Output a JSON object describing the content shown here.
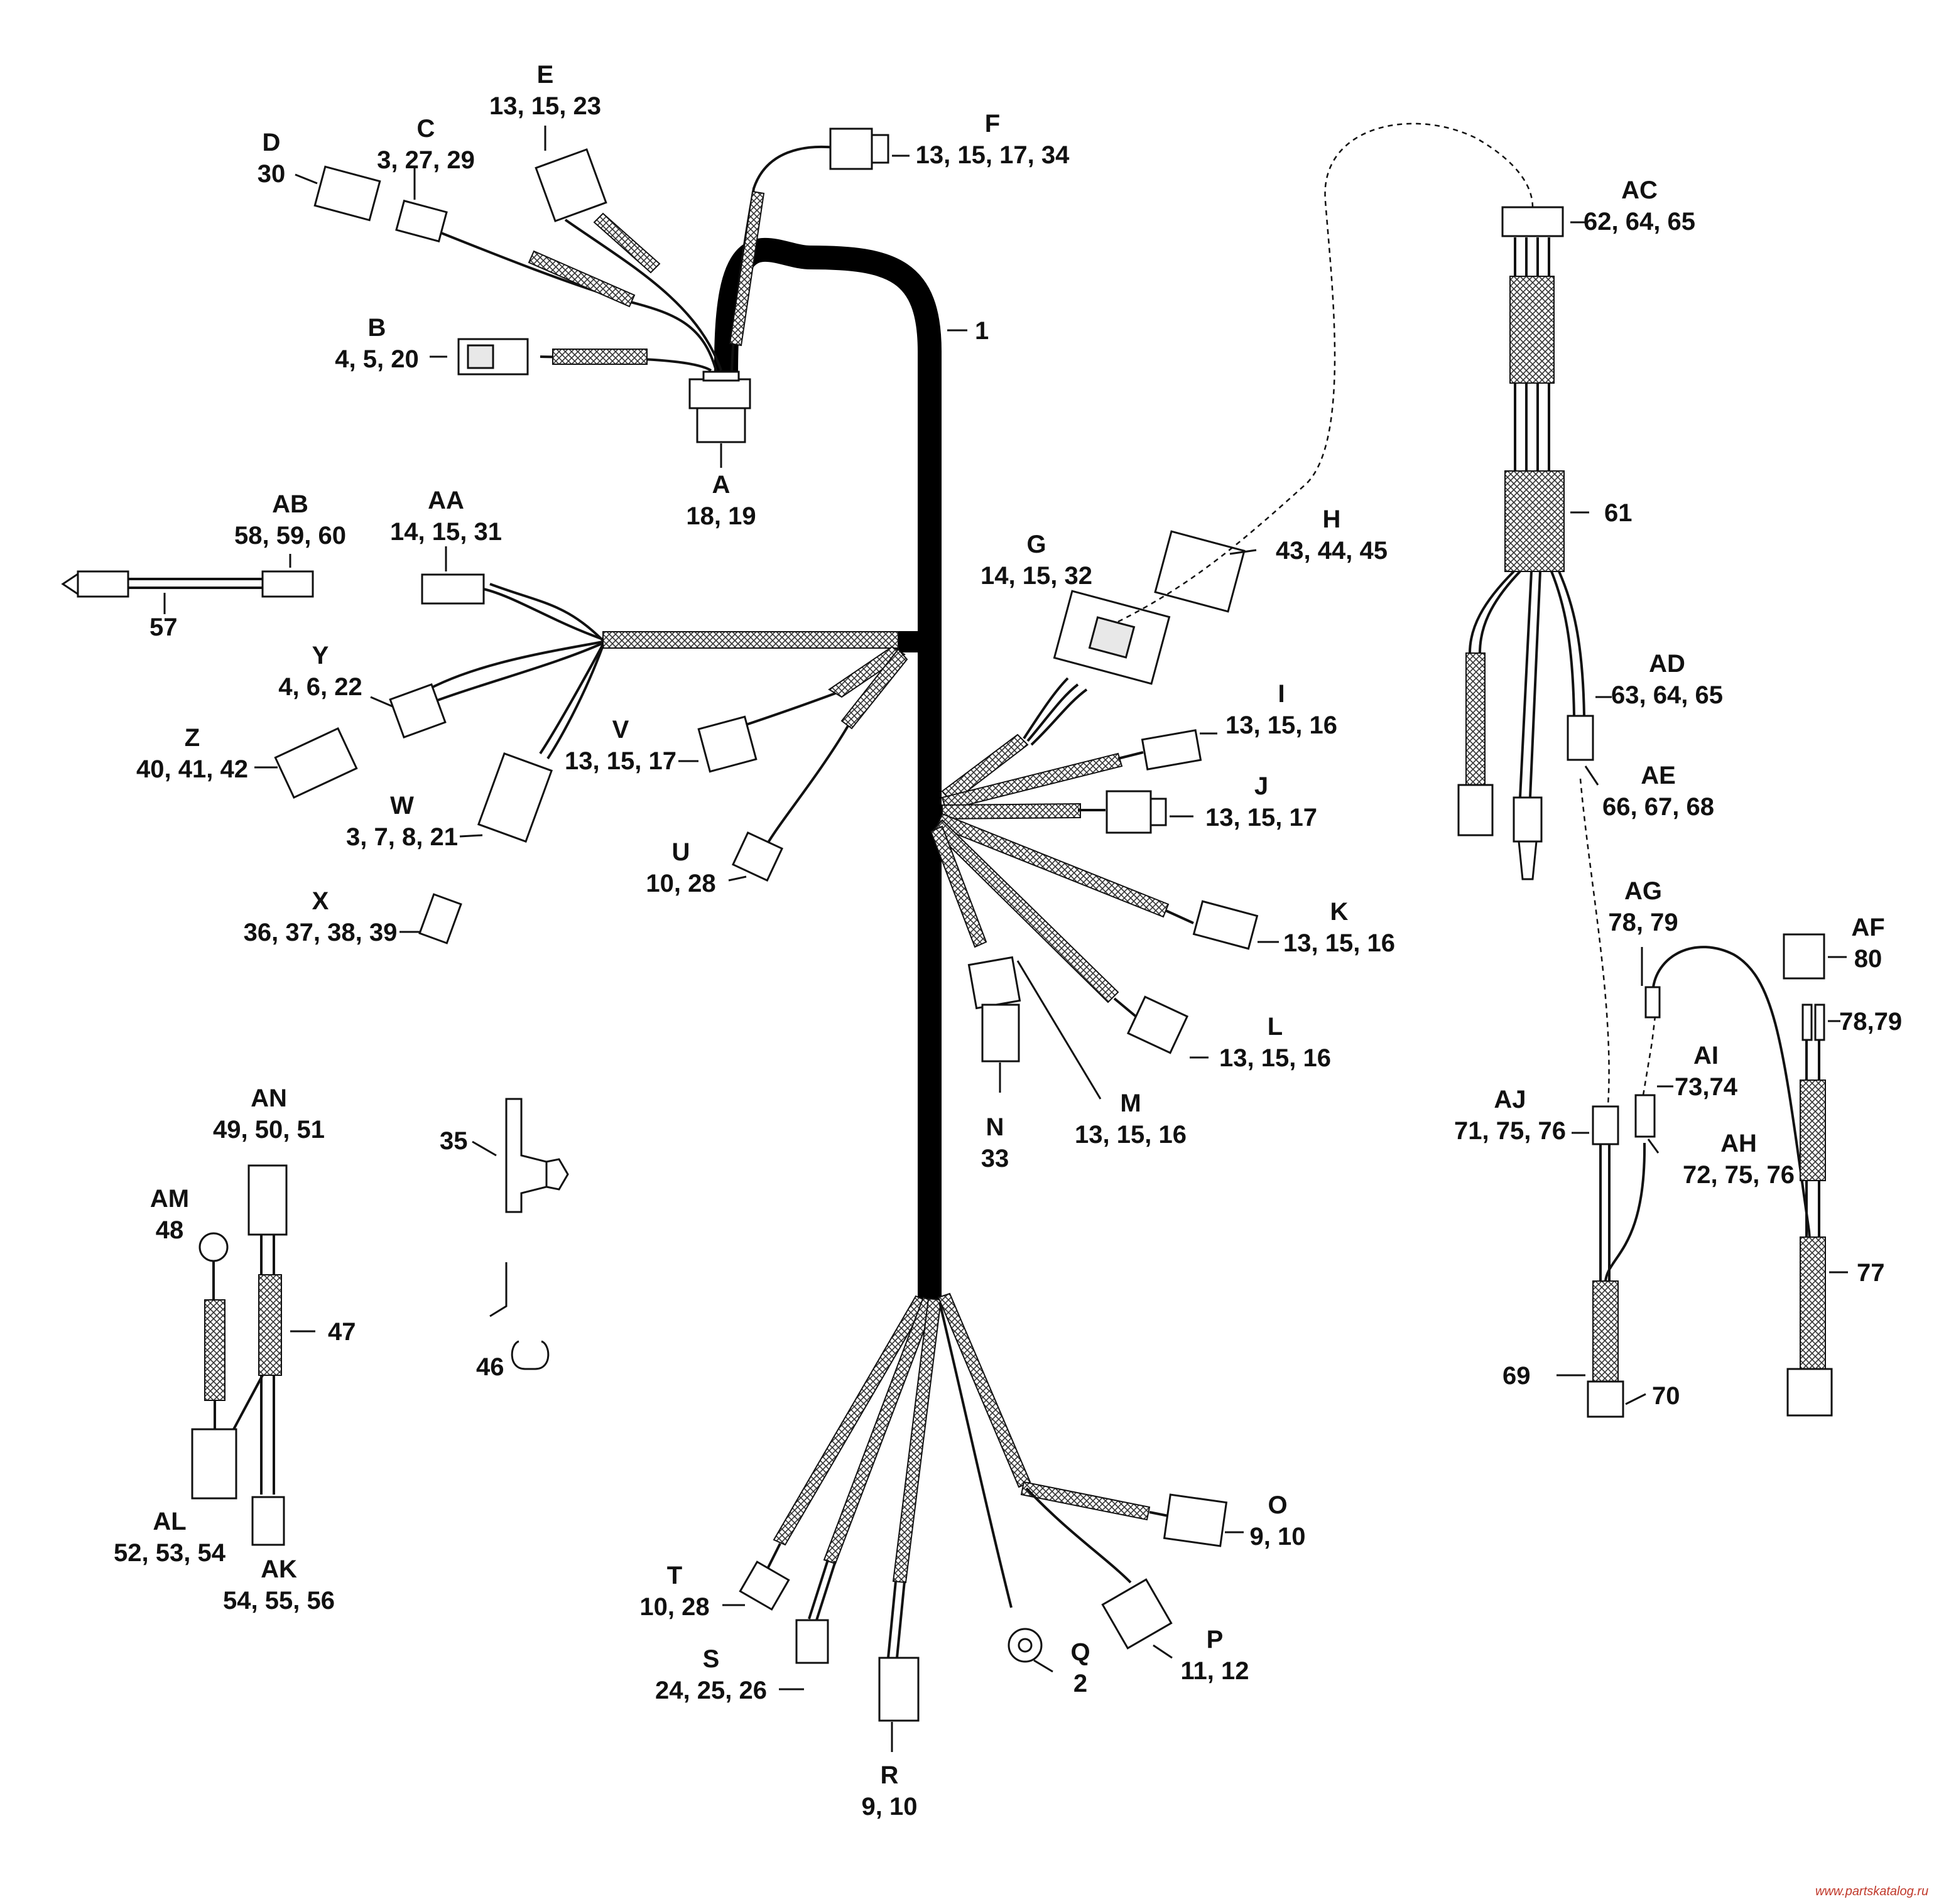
{
  "labels": {
    "A": {
      "letter": "A",
      "parts": "18, 19"
    },
    "B": {
      "letter": "B",
      "parts": "4, 5, 20"
    },
    "C": {
      "letter": "C",
      "parts": "3, 27, 29"
    },
    "D": {
      "letter": "D",
      "parts": "30"
    },
    "E": {
      "letter": "E",
      "parts": "13, 15, 23"
    },
    "F": {
      "letter": "F",
      "parts": "13, 15, 17, 34"
    },
    "G": {
      "letter": "G",
      "parts": "14, 15, 32"
    },
    "H": {
      "letter": "H",
      "parts": "43, 44, 45"
    },
    "I": {
      "letter": "I",
      "parts": "13, 15, 16"
    },
    "J": {
      "letter": "J",
      "parts": "13, 15, 17"
    },
    "K": {
      "letter": "K",
      "parts": "13, 15, 16"
    },
    "L": {
      "letter": "L",
      "parts": "13, 15, 16"
    },
    "M": {
      "letter": "M",
      "parts": "13, 15, 16"
    },
    "N": {
      "letter": "N",
      "parts": "33"
    },
    "O": {
      "letter": "O",
      "parts": "9, 10"
    },
    "P": {
      "letter": "P",
      "parts": "11, 12"
    },
    "Q": {
      "letter": "Q",
      "parts": "2"
    },
    "R": {
      "letter": "R",
      "parts": "9, 10"
    },
    "S": {
      "letter": "S",
      "parts": "24, 25, 26"
    },
    "T": {
      "letter": "T",
      "parts": "10, 28"
    },
    "U": {
      "letter": "U",
      "parts": "10, 28"
    },
    "V": {
      "letter": "V",
      "parts": "13, 15, 17"
    },
    "W": {
      "letter": "W",
      "parts": "3, 7, 8, 21"
    },
    "X": {
      "letter": "X",
      "parts": "36, 37, 38, 39"
    },
    "Y": {
      "letter": "Y",
      "parts": "4, 6, 22"
    },
    "Z": {
      "letter": "Z",
      "parts": "40, 41, 42"
    },
    "AA": {
      "letter": "AA",
      "parts": "14, 15, 31"
    },
    "AB": {
      "letter": "AB",
      "parts": "58, 59, 60"
    },
    "AC": {
      "letter": "AC",
      "parts": "62, 64, 65"
    },
    "AD": {
      "letter": "AD",
      "parts": "63, 64, 65"
    },
    "AE": {
      "letter": "AE",
      "parts": "66, 67, 68"
    },
    "AF": {
      "letter": "AF",
      "parts": "80"
    },
    "AG": {
      "letter": "AG",
      "parts": "78, 79"
    },
    "AH": {
      "letter": "AH",
      "parts": "72, 75, 76"
    },
    "AI": {
      "letter": "AI",
      "parts": "73,74"
    },
    "AJ": {
      "letter": "AJ",
      "parts": "71, 75, 76"
    },
    "AK": {
      "letter": "AK",
      "parts": "54, 55, 56"
    },
    "AL": {
      "letter": "AL",
      "parts": "52, 53, 54"
    },
    "AM": {
      "letter": "AM",
      "parts": "48"
    },
    "AN": {
      "letter": "AN",
      "parts": "49, 50, 51"
    }
  },
  "numbers": {
    "n1": "1",
    "n35": "35",
    "n46": "46",
    "n47": "47",
    "n57": "57",
    "n61": "61",
    "n69": "69",
    "n70": "70",
    "n77": "77",
    "n7879": "78,79"
  },
  "watermark": "www.partskatalog.ru"
}
